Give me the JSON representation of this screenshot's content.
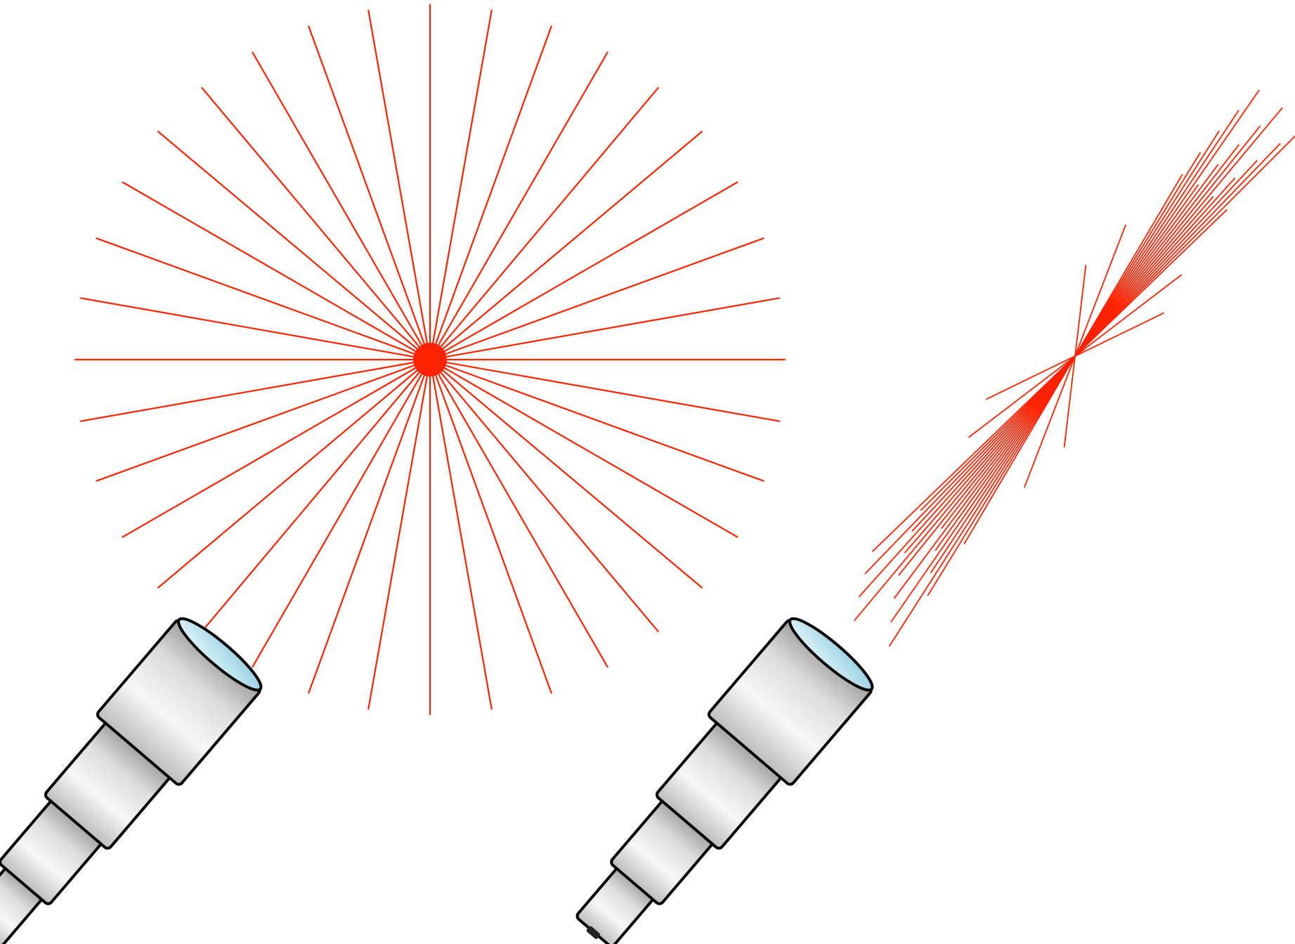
{
  "scene": {
    "background": "#ffffff",
    "ray_color": "#ff2200",
    "telescope_fill": "#e6e6e6",
    "telescope_outline": "#000000",
    "lens_color": "#bfe6f2"
  },
  "panels": [
    {
      "name": "point-source",
      "ray_count": 36,
      "description_visible": false
    },
    {
      "name": "directional-beam",
      "ray_count": 16,
      "description_visible": false
    }
  ],
  "telescopes": [
    {
      "name": "telescope-left",
      "icon": "telescope-icon"
    },
    {
      "name": "telescope-right",
      "icon": "telescope-icon"
    }
  ]
}
